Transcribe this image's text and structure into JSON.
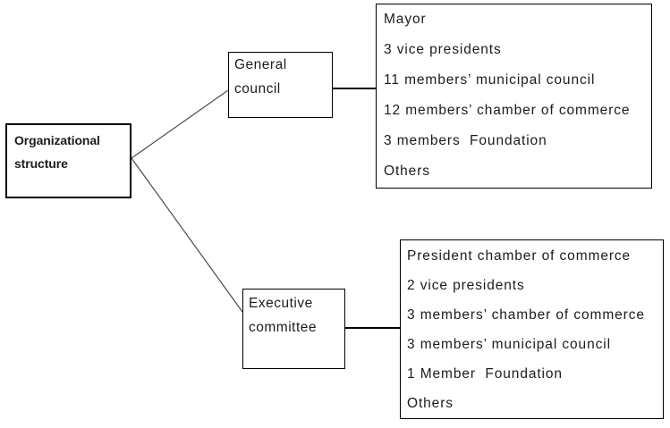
{
  "diagram": {
    "colors": {
      "background": "#ffffff",
      "border": "#000000",
      "text": "#1c1c1c",
      "connector": "#4d4d4d",
      "connector_strong": "#000000"
    },
    "root": {
      "label_lines": [
        "Organizational",
        "structure"
      ]
    },
    "nodes": [
      {
        "label_lines": [
          "General",
          "council"
        ],
        "members": [
          "Mayor",
          "3 vice presidents",
          "11 members’ municipal council",
          "12 members’ chamber of commerce",
          "3 members  Foundation",
          "Others"
        ]
      },
      {
        "label_lines": [
          "Executive",
          "committee"
        ],
        "members": [
          "President chamber of commerce",
          "2 vice presidents",
          "3 members’ chamber of commerce",
          "3 members’ municipal council",
          "1 Member  Foundation",
          "Others"
        ]
      }
    ]
  }
}
